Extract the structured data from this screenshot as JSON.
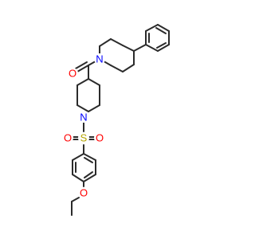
{
  "molecule": {
    "atoms": {
      "O_carbonyl": "O",
      "N_piperazine": "N",
      "N_piperidine": "N",
      "S_sulfonyl": "S",
      "O_sulfonyl_left": "O",
      "O_sulfonyl_right": "O",
      "O_ether": "O"
    },
    "colors": {
      "bond": "#2b2b2b",
      "oxygen": "#ff0000",
      "nitrogen": "#0000ff",
      "sulfur": "#b5a400"
    }
  }
}
